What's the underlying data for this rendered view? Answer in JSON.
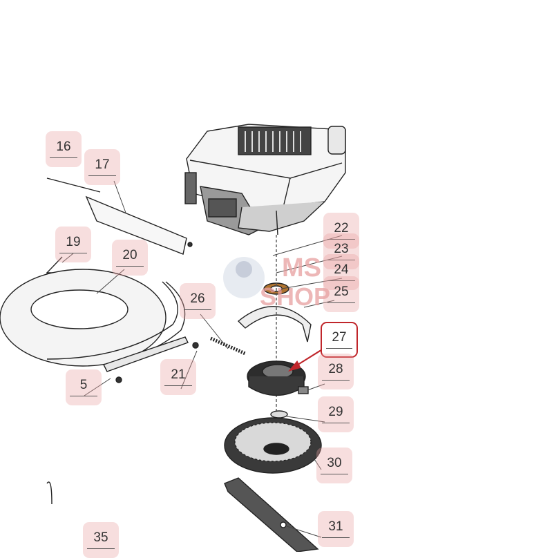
{
  "diagram": {
    "part_labels": [
      "16",
      "17",
      "19",
      "20",
      "5",
      "21",
      "26",
      "22",
      "23",
      "24",
      "25",
      "27",
      "28",
      "29",
      "30",
      "31",
      "35"
    ],
    "highlighted_part": "27",
    "highlight_color": "#c0262b",
    "callout_bg": "#f3d3d3",
    "watermark": {
      "line1": "MS",
      "line2": "SHOP",
      "color": "#e8a0a0"
    }
  }
}
